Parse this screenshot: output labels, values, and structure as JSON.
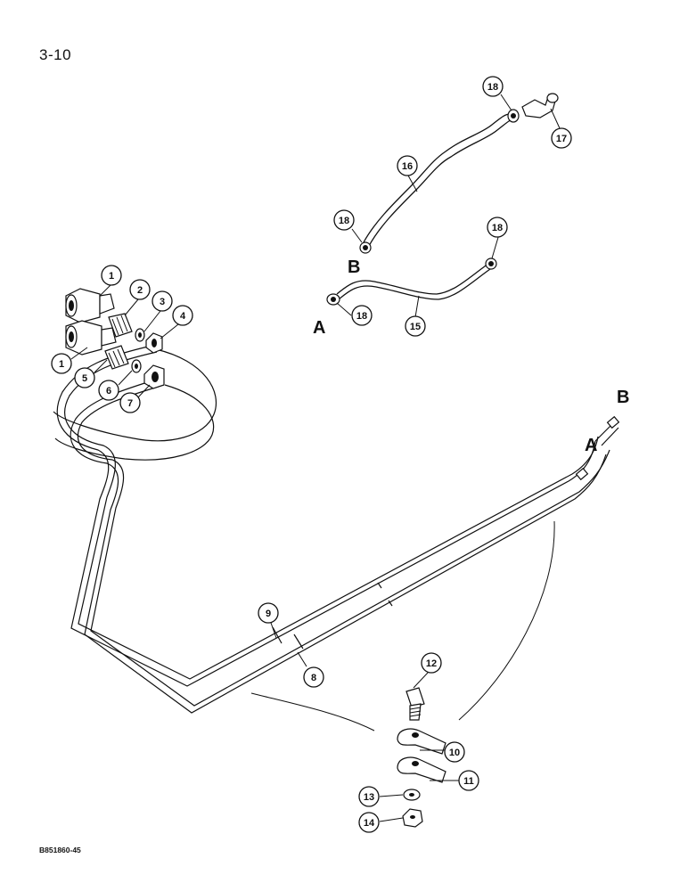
{
  "page": {
    "number": "3-10",
    "figure_code": "B851860-45"
  },
  "letters": {
    "A": "A",
    "B": "B"
  },
  "callouts": {
    "c1a": "1",
    "c1b": "1",
    "c2": "2",
    "c3": "3",
    "c4": "4",
    "c5": "5",
    "c6": "6",
    "c7": "7",
    "c8": "8",
    "c9": "9",
    "c10": "10",
    "c11": "11",
    "c12": "12",
    "c13": "13",
    "c14": "14",
    "c15": "15",
    "c16": "16",
    "c17": "17",
    "c18a": "18",
    "c18b": "18",
    "c18c": "18",
    "c18d": "18"
  },
  "colors": {
    "ink": "#111111",
    "paper": "#ffffff"
  }
}
